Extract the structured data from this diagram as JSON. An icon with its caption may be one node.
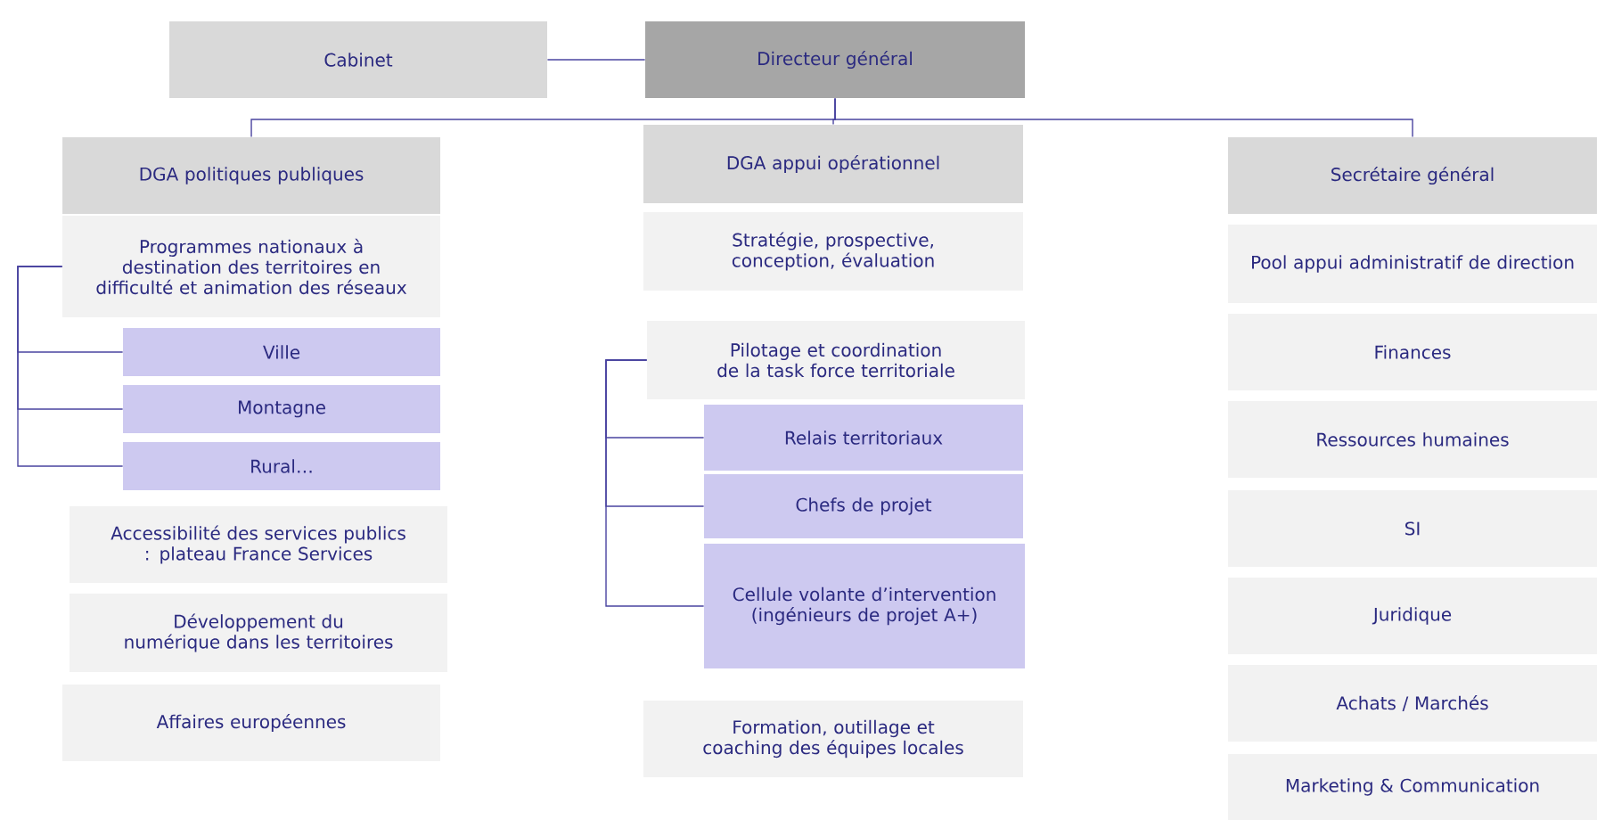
{
  "diagram": {
    "nodes": [
      {
        "text": [
          "Cabinet"
        ]
      },
      {
        "text": [
          "Directeur général"
        ]
      },
      {
        "text": [
          "DGA politiques publiques"
        ]
      },
      {
        "text": [
          "Programmes nationaux à destination des territoires en difficulté  et animation des réseaux"
        ]
      },
      {
        "text": [
          "Ville"
        ]
      },
      {
        "text": [
          "Montagne"
        ]
      },
      {
        "text": [
          "Rural…"
        ]
      },
      {
        "text": [
          "Accessibilité des services publics : plateau France Services"
        ]
      },
      {
        "text": [
          "Développement du numérique dans les territoires"
        ]
      },
      {
        "text": [
          "Affaires européennes"
        ]
      },
      {
        "text": [
          "DGA appui opérationnel"
        ]
      },
      {
        "text": [
          "Stratégie, prospective, conception, évaluation"
        ]
      },
      {
        "text": [
          "Pilotage et coordination de la task force territoriale"
        ]
      },
      {
        "text": [
          "Relais territoriaux"
        ]
      },
      {
        "text": [
          "Chefs de projet"
        ]
      },
      {
        "text": [
          "Cellule volante d’intervention (ingénieurs de projet A+)"
        ]
      },
      {
        "text": [
          "Formation, outillage et coaching des équipes locales"
        ]
      },
      {
        "text": [
          "Secrétaire général"
        ]
      },
      {
        "text": [
          "Pool appui administratif de direction"
        ]
      },
      {
        "text": [
          "Finances"
        ]
      },
      {
        "text": [
          "Ressources humaines"
        ]
      },
      {
        "text": [
          "SI"
        ]
      },
      {
        "text": [
          "Juridique"
        ]
      },
      {
        "text": [
          "Achats / Marchés"
        ]
      },
      {
        "text": [
          "Marketing & Communication"
        ]
      }
    ],
    "edges": [
      {
        "from": 0,
        "to": 1,
        "arrow": "none"
      },
      {
        "from": 1,
        "to": 2,
        "arrow": "none"
      },
      {
        "from": 1,
        "to": 10,
        "arrow": "none"
      },
      {
        "from": 1,
        "to": 17,
        "arrow": "none"
      },
      {
        "from": 3,
        "to": 4,
        "arrow": "none"
      },
      {
        "from": 3,
        "to": 5,
        "arrow": "none"
      },
      {
        "from": 3,
        "to": 6,
        "arrow": "none"
      },
      {
        "from": 12,
        "to": 13,
        "arrow": "none"
      },
      {
        "from": 12,
        "to": 14,
        "arrow": "none"
      },
      {
        "from": 12,
        "to": 15,
        "arrow": "none"
      }
    ]
  }
}
